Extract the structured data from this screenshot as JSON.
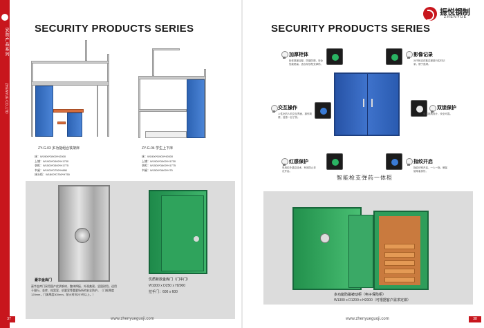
{
  "left_page": {
    "title": "SECURITY PRODUCTS SERIES",
    "side_cn": "安防产品系列",
    "side_en": "ZHENYUE CO.,LTD",
    "bed1": {
      "caption": "ZY-G-03 多功能组合铁架床",
      "specs": [
        "床：W1900*D900*H2000",
        "上铺：W1900*D900*H1730",
        "衣柜：W1500*D500*H1775",
        "书桌：W1000*D750*H880",
        "床头柜：W1800*D750*H750"
      ]
    },
    "bed2": {
      "caption": "ZY-G-04 学生上下床",
      "specs": [
        "床：W1900*D900*H2000",
        "上铺：W1900*D900*H1730",
        "衣柜：W1500*D600*H1775",
        "书桌：W1500*D600*H75"
      ]
    },
    "steel_safe": {
      "name": "豪华金库门",
      "desc": "豪华金库门采用国产优质钢材，整体焊接，外观美观，坚固耐用。适用于银行、金库、档案室、机要室等重要场所的安全防护。（门框厚度120mm，门体厚度300mm，耐火时间2小时以上。）"
    },
    "green_safe": {
      "name": "优质新款金库门（门中门）",
      "dim1": "W1000 x D250 x H2000",
      "dim2": "拉手门：600 x 600"
    },
    "url": "www.zhenyueguoji.com",
    "page_no": "37"
  },
  "right_page": {
    "title": "SECURITY PRODUCTS SERIES",
    "brand_cn": "振悦钢制",
    "brand_en": "ZHENYUE",
    "features": [
      {
        "title": "加厚柜体",
        "text": "柜体厚度加厚，防撬防割，安全性能更高，适合存放枪支弹药。"
      },
      {
        "title": "影像记录",
        "text": "对于枪支存取过程进行实时记录，便于追溯。"
      },
      {
        "title": "交互操作",
        "text": "人性化的人机交互界面，操作简便，信息一目了然。"
      },
      {
        "title": "双锁保护",
        "text": "双重锁具设计，安全可靠。"
      },
      {
        "title": "红感保护",
        "text": "采用红外感应技术，有效防止非法开启。"
      },
      {
        "title": "指纹开启",
        "text": "指纹识别开启，一人一指，确保使用者身份。"
      }
    ],
    "tagline": "智能枪支弹药一体柜",
    "safe_name": "多功能防磁被动柜（电子保险柜）",
    "safe_dim": "W1300 x D1200 x H2000（可根据客户需求定做）",
    "url": "www.zhenyueguoji.com",
    "page_no": "38"
  }
}
